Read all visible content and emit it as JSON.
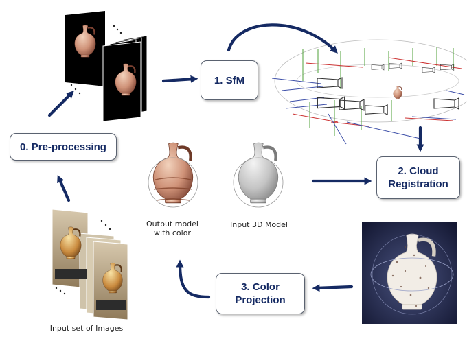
{
  "steps": {
    "preprocessing": "0. Pre-processing",
    "sfm": "1. SfM",
    "cloud_registration": [
      "2. Cloud",
      "Registration"
    ],
    "color_projection": [
      "3. Color",
      "Projection"
    ]
  },
  "captions": {
    "output_model": [
      "Output model",
      "with color"
    ],
    "input_3d_model": "Input 3D Model",
    "input_images": "Input  set of Images"
  },
  "colors": {
    "arrow": "#152a63",
    "step_text": "#152a63",
    "step_border": "#5a6270",
    "sfm_background": "#ffffff",
    "photo_background": "#000000",
    "render_background": "#1f2348"
  },
  "icons": {
    "arrow": "flow-arrow-icon",
    "vase": "vase-icon",
    "camera": "camera-frustum-icon"
  }
}
